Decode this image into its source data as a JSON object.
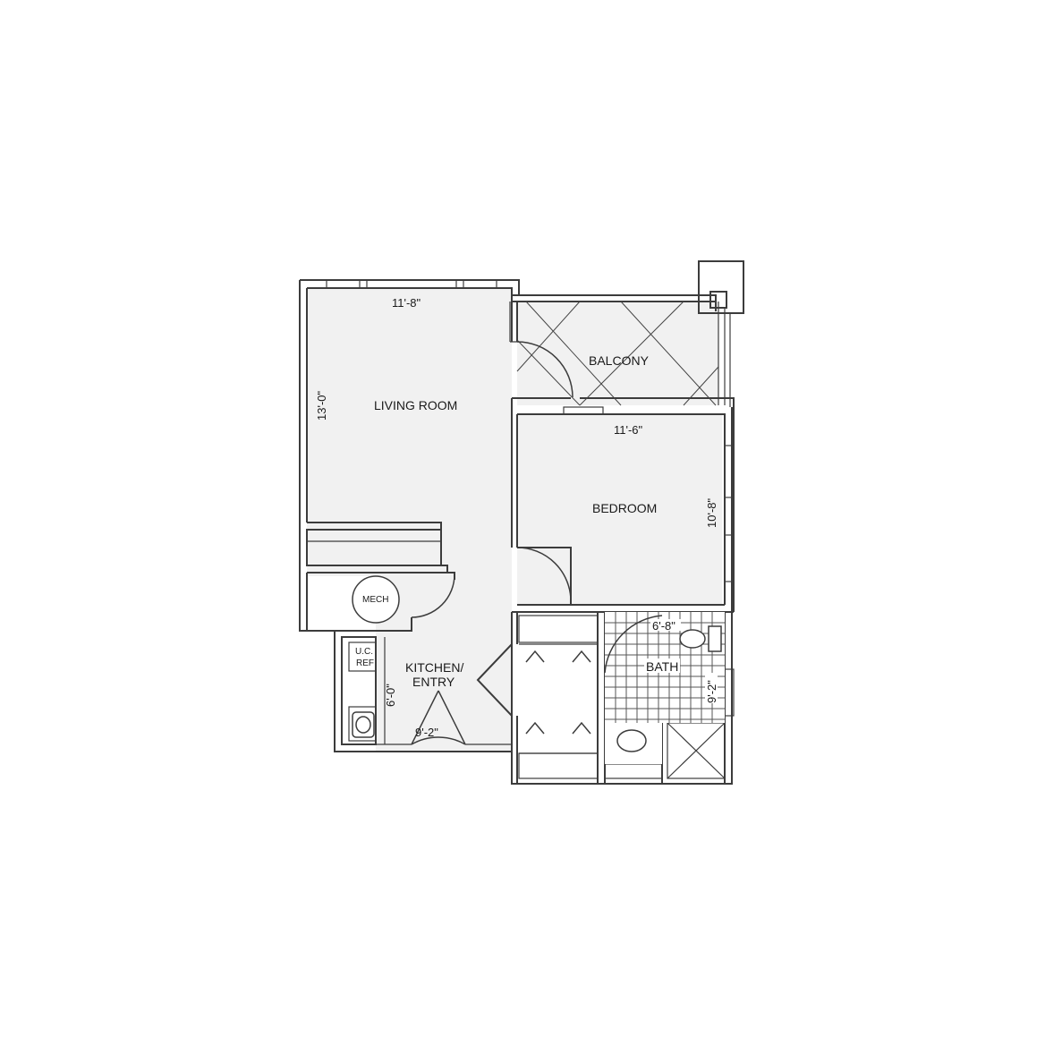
{
  "rooms": {
    "living_room": {
      "label": "LIVING ROOM",
      "width_dim": "11'-8\"",
      "depth_dim": "13'-0\""
    },
    "balcony": {
      "label": "BALCONY"
    },
    "bedroom": {
      "label": "BEDROOM",
      "width_dim": "11'-6\"",
      "depth_dim": "10'-8\""
    },
    "kitchen_entry": {
      "label_line1": "KITCHEN/",
      "label_line2": "ENTRY",
      "width_dim": "9'-2\"",
      "depth_dim": "6'-0\""
    },
    "bath": {
      "label": "BATH",
      "width_dim": "6'-8\"",
      "depth_dim": "9'-2\""
    },
    "mech": {
      "label": "MECH"
    },
    "refrigerator": {
      "label_line1": "U.C.",
      "label_line2": "REF"
    }
  }
}
